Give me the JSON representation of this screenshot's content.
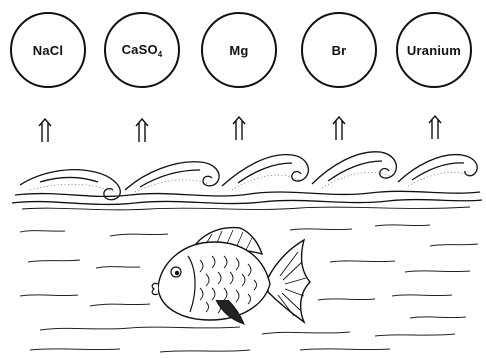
{
  "minerals": [
    {
      "id": "nacl",
      "label": "NaCl",
      "sub": ""
    },
    {
      "id": "caso4",
      "label": "CaSO",
      "sub": "4"
    },
    {
      "id": "mg",
      "label": "Mg",
      "sub": ""
    },
    {
      "id": "br",
      "label": "Br",
      "sub": ""
    },
    {
      "id": "uranium",
      "label": "Uranium",
      "sub": ""
    }
  ],
  "colors": {
    "ink": "#111111",
    "background": "#ffffff"
  },
  "icons": {
    "arrow": "double-up-arrow-icon",
    "wave": "sea-wave",
    "fish": "fish-icon"
  }
}
